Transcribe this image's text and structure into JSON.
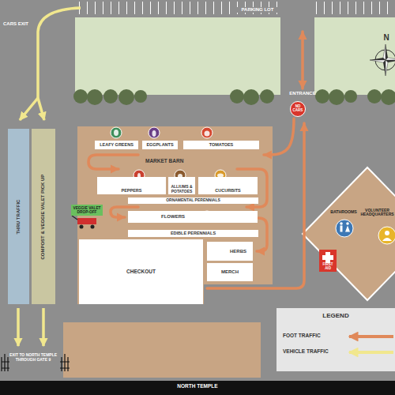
{
  "diagram": {
    "nodes": [
      {
        "text": [
          "MARKET BARN"
        ]
      },
      {
        "text": [
          "LEAFY GREENS"
        ],
        "in": 0
      },
      {
        "text": [
          "EGGPLANTS"
        ],
        "in": 0
      },
      {
        "text": [
          "TOMATOES"
        ],
        "in": 0
      },
      {
        "text": [
          "PEPPERS"
        ],
        "in": 0
      },
      {
        "text": [
          "ALLIUMS & POTATOES"
        ],
        "in": 0
      },
      {
        "text": [
          "CUCURBITS"
        ],
        "in": 0
      },
      {
        "text": [
          "ORNAMENTAL PERENNIALS"
        ],
        "in": 0
      },
      {
        "text": [
          "FLOWERS"
        ],
        "in": 0
      },
      {
        "text": [
          "EDIBLE PERENNIALS"
        ],
        "in": 0
      },
      {
        "text": [
          "CHECKOUT"
        ],
        "in": 0
      },
      {
        "text": [
          "HERBS"
        ],
        "in": 0
      },
      {
        "text": [
          "MERCH"
        ],
        "in": 0
      },
      {
        "text": [
          "VEGGIE VALET DROP-OFF"
        ]
      },
      {
        "text": [
          "NO CARS"
        ]
      },
      {
        "text": [
          "BATHROOMS"
        ]
      },
      {
        "text": [
          "VOLUNTEER HEADQUARTERS"
        ]
      },
      {
        "text": [
          "FIRST AID"
        ]
      },
      {
        "text": [
          "THRU TRAFFIC"
        ]
      },
      {
        "text": [
          "COMPOST & VEGGIE VALET PICK UP"
        ]
      }
    ],
    "labels": [
      "PARKING LOT",
      "CARS EXIT",
      "ENTRANCE",
      "N",
      "LEGEND",
      "EXIT TO NORTH TEMPLE THROUGH GATE 9",
      "NORTH TEMPLE"
    ],
    "legend": [
      {
        "text": "FOOT TRAFFIC"
      },
      {
        "text": "VEHICLE TRAFFIC"
      }
    ]
  }
}
